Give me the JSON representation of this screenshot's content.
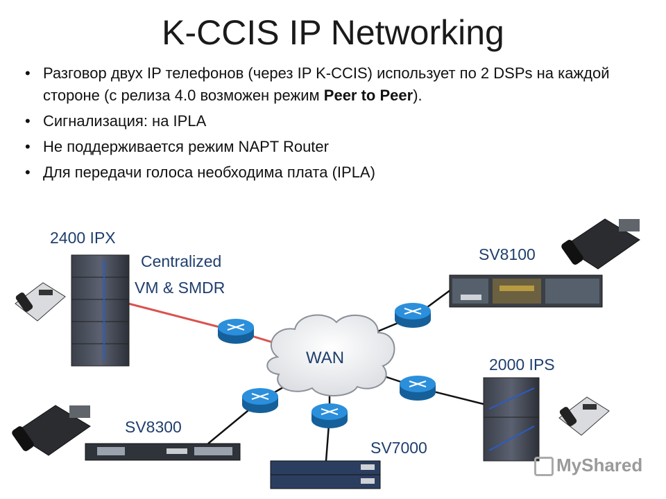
{
  "title": "K-CCIS IP Networking",
  "bullets": [
    {
      "pre": "Разговор двух IP телефонов (через IP K-CCIS) использует по 2 DSPs на каждой стороне (с релиза 4.0 возможен режим ",
      "bold": "Peer to Peer",
      "post": ")."
    },
    {
      "pre": "Сигнализация:  на  IPLA",
      "bold": "",
      "post": ""
    },
    {
      "pre": "Не поддерживается  режим NAPT Router",
      "bold": "",
      "post": ""
    },
    {
      "pre": "Для передачи голоса необходима плата (IPLA)",
      "bold": "",
      "post": ""
    }
  ],
  "bullet_symbol": "•",
  "nodes": {
    "ipx": "2400 IPX",
    "centralized_1": "Centralized",
    "centralized_2": "VM & SMDR",
    "sv8100": "SV8100",
    "ips": "2000 IPS",
    "sv8300": "SV8300",
    "sv7000": "SV7000",
    "wan": "WAN"
  },
  "watermark": "MyShared",
  "colors": {
    "router": "#1e7fc8",
    "link_red": "#d9534f",
    "text_blue": "#1f3e6e"
  }
}
